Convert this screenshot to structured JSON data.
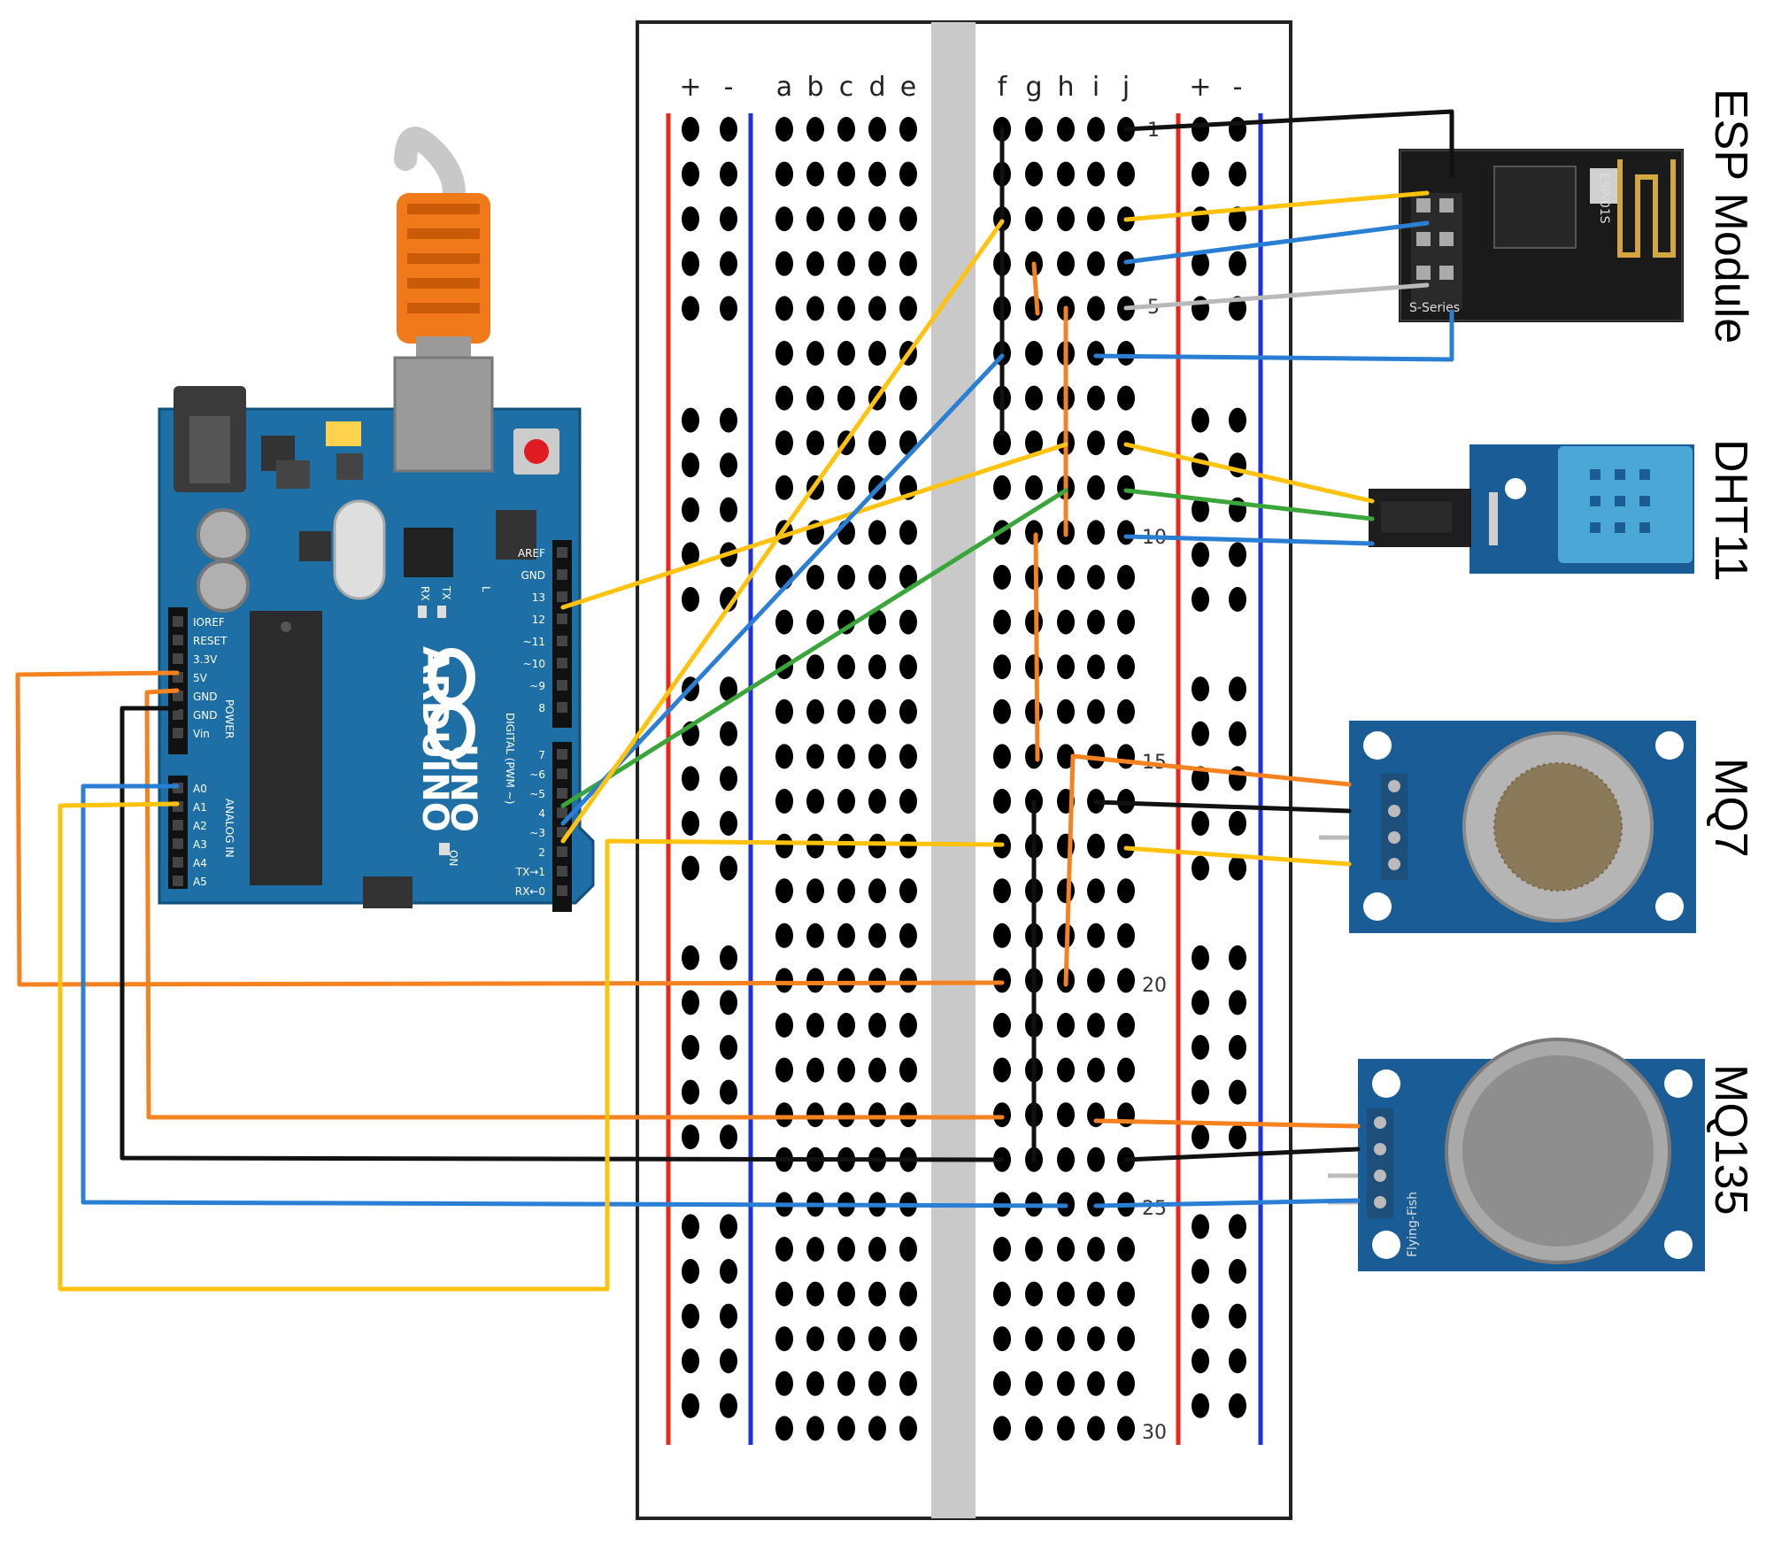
{
  "breadboard": {
    "columns": {
      "left_plus": "+",
      "left_minus": "-",
      "a": "a",
      "b": "b",
      "c": "c",
      "d": "d",
      "e": "e",
      "f": "f",
      "g": "g",
      "h": "h",
      "i": "i",
      "j": "j",
      "right_plus": "+",
      "right_minus": "-"
    },
    "row_numbers": [
      "1",
      "5",
      "10",
      "15",
      "20",
      "25",
      "30"
    ]
  },
  "modules": {
    "esp": "ESP Module",
    "dht": "DHT11",
    "mq7": "MQ7",
    "mq135": "MQ135"
  },
  "arduino": {
    "brand": "ARDUINO",
    "model": "UNO",
    "power_header": "POWER",
    "analog_header": "ANALOG IN",
    "digital_header": "DIGITAL (PWM ~)",
    "power_pins": [
      "IOREF",
      "RESET",
      "3.3V",
      "5V",
      "GND",
      "GND",
      "Vin"
    ],
    "analog_pins": [
      "A0",
      "A1",
      "A2",
      "A3",
      "A4",
      "A5"
    ],
    "digital_top_pins": [
      "AREF",
      "GND",
      "13",
      "12",
      "~11",
      "~10",
      "~9",
      "8"
    ],
    "digital_bottom_pins": [
      "7",
      "~6",
      "~5",
      "4",
      "~3",
      "2",
      "TX→1",
      "RX←0"
    ],
    "tx_label": "TX",
    "rx_label": "RX",
    "l_label": "L",
    "on_label": "ON"
  },
  "sensor_markings": {
    "esp_chip": "ESP-01S",
    "esp_series": "S-Series",
    "mq135_brand": "Flying-Fish"
  },
  "colors": {
    "wire_black": "#111111",
    "wire_orange": "#f58220",
    "wire_yellow": "#ffc20e",
    "wire_blue": "#2a7fd4",
    "wire_green": "#3aa63a",
    "wire_gray": "#b9b9b9",
    "rail_red": "#e8261c",
    "rail_blue": "#1f2fe0",
    "arduino_blue": "#1d6fa5",
    "sensor_blue": "#1a5d96"
  },
  "icons": [
    "usb-cable-icon",
    "reset-button-icon",
    "arduino-infinity-logo-icon",
    "wifi-antenna-icon"
  ]
}
